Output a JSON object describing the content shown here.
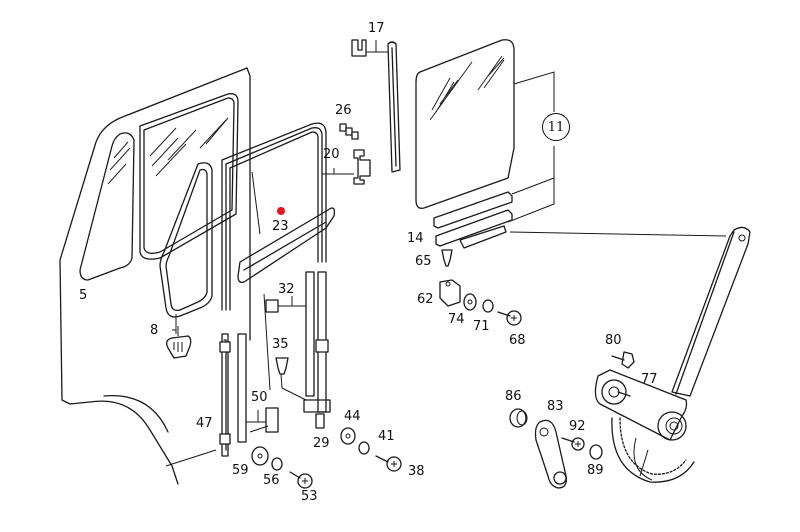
{
  "diagram": {
    "title": "Door window regulator exploded parts diagram",
    "marker": {
      "color": "#e8141c",
      "near_part": "23"
    },
    "parts": [
      {
        "id": "p5",
        "label": "5"
      },
      {
        "id": "p8",
        "label": "8"
      },
      {
        "id": "p11",
        "label": "11",
        "circled": true
      },
      {
        "id": "p14",
        "label": "14"
      },
      {
        "id": "p17",
        "label": "17"
      },
      {
        "id": "p20",
        "label": "20"
      },
      {
        "id": "p23",
        "label": "23"
      },
      {
        "id": "p26",
        "label": "26"
      },
      {
        "id": "p29",
        "label": "29"
      },
      {
        "id": "p32",
        "label": "32"
      },
      {
        "id": "p35",
        "label": "35"
      },
      {
        "id": "p38",
        "label": "38"
      },
      {
        "id": "p41",
        "label": "41"
      },
      {
        "id": "p44",
        "label": "44"
      },
      {
        "id": "p47",
        "label": "47"
      },
      {
        "id": "p50",
        "label": "50"
      },
      {
        "id": "p53",
        "label": "53"
      },
      {
        "id": "p56",
        "label": "56"
      },
      {
        "id": "p59",
        "label": "59"
      },
      {
        "id": "p62",
        "label": "62"
      },
      {
        "id": "p65",
        "label": "65"
      },
      {
        "id": "p68",
        "label": "68"
      },
      {
        "id": "p71",
        "label": "71"
      },
      {
        "id": "p74",
        "label": "74"
      },
      {
        "id": "p77",
        "label": "77"
      },
      {
        "id": "p80",
        "label": "80"
      },
      {
        "id": "p83",
        "label": "83"
      },
      {
        "id": "p86",
        "label": "86"
      },
      {
        "id": "p89",
        "label": "89"
      },
      {
        "id": "p92",
        "label": "92"
      }
    ]
  }
}
